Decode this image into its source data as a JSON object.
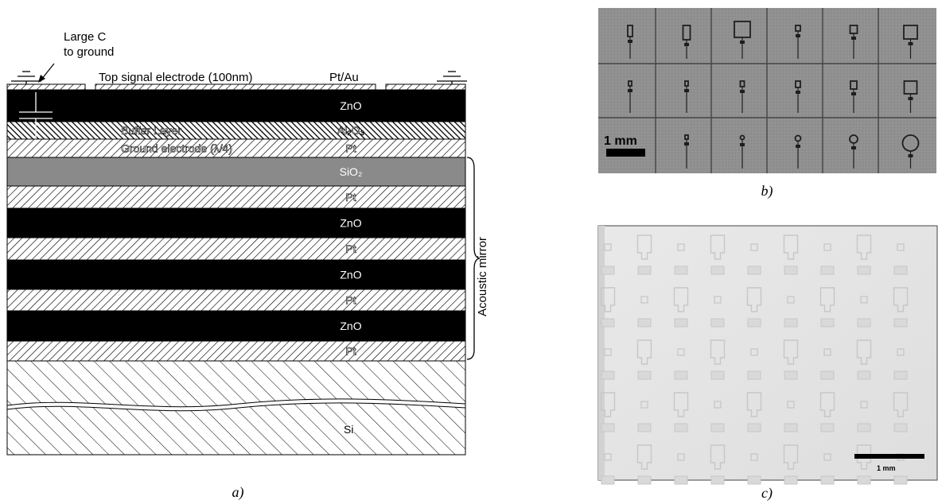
{
  "panel_a": {
    "annotation_capacitor": [
      "Large C",
      "to ground"
    ],
    "top_electrode_label": "Top signal electrode (100nm)",
    "top_electrode_material": "Pt/Au",
    "layers": [
      {
        "label": "ZnO",
        "fill": "black"
      },
      {
        "label": "Al₂O₃",
        "prefix": "Buffer Layer",
        "fill": "hatch-dense"
      },
      {
        "label": "Pt",
        "prefix": "Ground electrode (λ/4)",
        "fill": "hatch"
      },
      {
        "label": "SiO₂",
        "fill": "gray"
      },
      {
        "label": "Pt",
        "fill": "hatch"
      },
      {
        "label": "ZnO",
        "fill": "black"
      },
      {
        "label": "Pt",
        "fill": "hatch"
      },
      {
        "label": "ZnO",
        "fill": "black"
      },
      {
        "label": "Pt",
        "fill": "hatch"
      },
      {
        "label": "ZnO",
        "fill": "black"
      },
      {
        "label": "Pt",
        "fill": "hatch"
      }
    ],
    "substrate_label": "Si",
    "mirror_label": "Acoustic mirror",
    "caption": "a)"
  },
  "panel_b": {
    "scale_label": "1 mm",
    "caption": "b)",
    "colors": {
      "background": "#8e8e8e",
      "grid": "#444444",
      "electrode": "#1e1e1e"
    }
  },
  "panel_c": {
    "scale_label": "1 mm",
    "caption": "c)",
    "colors": {
      "background": "#e4e4e4",
      "pattern": "#c7c7c7"
    }
  }
}
